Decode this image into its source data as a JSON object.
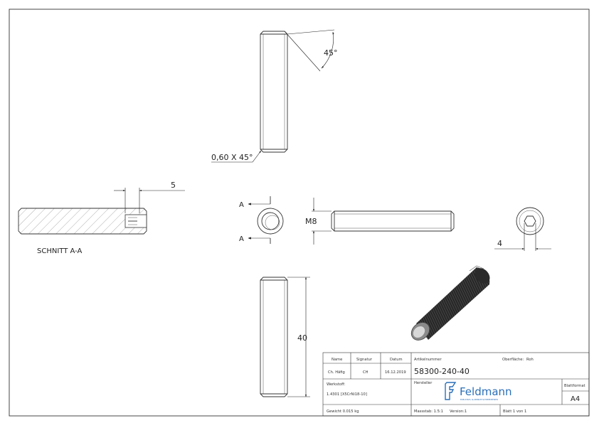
{
  "drawing": {
    "chamfer_angle": "45°",
    "chamfer_note": "0,60 X 45°",
    "dim_slot": "5",
    "section_title": "SCHNITT A-A",
    "section_mark_top": "A",
    "section_mark_bottom": "A",
    "dim_thread": "M8",
    "dim_hex": "4",
    "dim_length": "40"
  },
  "title_block": {
    "header_name": "Name",
    "header_signatur": "Signatur",
    "header_datum": "Datum",
    "name_value": "Ch. Häfig",
    "signatur_value": "CH",
    "datum_value": "16.12.2019",
    "artikelnummer_label": "Artikelnummer",
    "artikelnummer_value": "58300-240-40",
    "oberflaeche_label": "Oberfläche:",
    "oberflaeche_value": "Roh",
    "werkstoff_label": "Werkstoff:",
    "werkstoff_value": "1.4301 [X5CrNi18-10]",
    "hersteller_label": "Hersteller",
    "logo_text": "Feldmann",
    "logo_subtitle": "EDELSTAHL ALUMINIUM SCHMIEDEEISEN",
    "blattformat_label": "Blattformat",
    "blattformat_value": "A4",
    "gewicht": "Gewicht 0.015 kg",
    "massstab": "Massstab: 1.5:1",
    "version": "Version:1",
    "blatt": "Blatt 1 von 1"
  }
}
